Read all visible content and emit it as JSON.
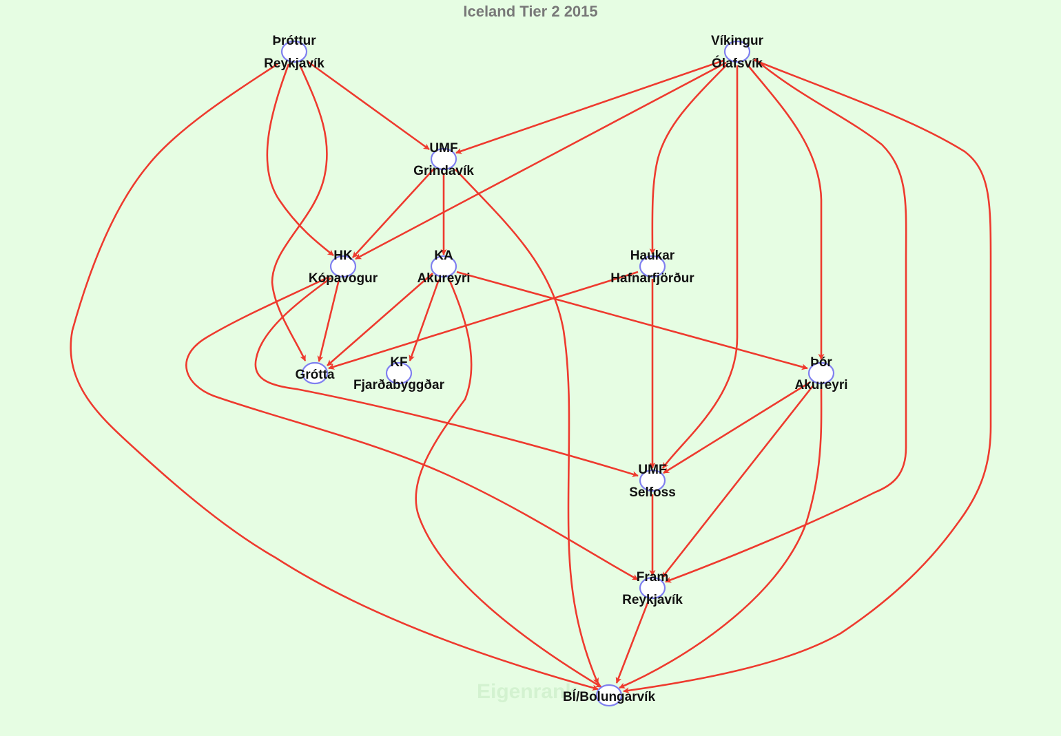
{
  "title": "Iceland Tier 2 2015",
  "watermark": "Eigenrank",
  "colors": {
    "background": "#e6fde3",
    "edge": "#ee3a2e",
    "node_stroke": "#7f7ff0",
    "node_fill": "#ffffff",
    "title": "#787878"
  },
  "nodes": [
    {
      "id": "throttur",
      "lines": [
        "Þróttur",
        "Reykjavík"
      ]
    },
    {
      "id": "vikingur",
      "lines": [
        "Víkingur",
        "Ólafsvík"
      ]
    },
    {
      "id": "grindavik",
      "lines": [
        "UMF",
        "Grindavík"
      ]
    },
    {
      "id": "hk",
      "lines": [
        "HK",
        "Kópavogur"
      ]
    },
    {
      "id": "ka",
      "lines": [
        "KA",
        "Akureyri"
      ]
    },
    {
      "id": "haukar",
      "lines": [
        "Haukar",
        "Hafnarfjörður"
      ]
    },
    {
      "id": "grotta",
      "lines": [
        "Grótta"
      ]
    },
    {
      "id": "kf",
      "lines": [
        "KF",
        "Fjarðabyggðar"
      ]
    },
    {
      "id": "thor",
      "lines": [
        "Þór",
        "Akureyri"
      ]
    },
    {
      "id": "selfoss",
      "lines": [
        "UMF",
        "Selfoss"
      ]
    },
    {
      "id": "fram",
      "lines": [
        "Fram",
        "Reykjavík"
      ]
    },
    {
      "id": "bi",
      "lines": [
        "BÍ/Bolungarvík"
      ]
    }
  ],
  "edges": [
    {
      "from": "throttur",
      "to": "grindavik"
    },
    {
      "from": "throttur",
      "to": "hk"
    },
    {
      "from": "throttur",
      "to": "grotta"
    },
    {
      "from": "throttur",
      "to": "bi"
    },
    {
      "from": "vikingur",
      "to": "grindavik"
    },
    {
      "from": "vikingur",
      "to": "hk"
    },
    {
      "from": "vikingur",
      "to": "haukar"
    },
    {
      "from": "vikingur",
      "to": "selfoss"
    },
    {
      "from": "vikingur",
      "to": "thor"
    },
    {
      "from": "vikingur",
      "to": "fram"
    },
    {
      "from": "vikingur",
      "to": "bi"
    },
    {
      "from": "grindavik",
      "to": "hk"
    },
    {
      "from": "grindavik",
      "to": "ka"
    },
    {
      "from": "grindavik",
      "to": "bi"
    },
    {
      "from": "hk",
      "to": "grotta"
    },
    {
      "from": "hk",
      "to": "fram"
    },
    {
      "from": "hk",
      "to": "selfoss"
    },
    {
      "from": "ka",
      "to": "grotta"
    },
    {
      "from": "ka",
      "to": "kf"
    },
    {
      "from": "ka",
      "to": "thor"
    },
    {
      "from": "ka",
      "to": "bi"
    },
    {
      "from": "haukar",
      "to": "grotta"
    },
    {
      "from": "haukar",
      "to": "selfoss"
    },
    {
      "from": "thor",
      "to": "selfoss"
    },
    {
      "from": "thor",
      "to": "fram"
    },
    {
      "from": "thor",
      "to": "bi"
    },
    {
      "from": "selfoss",
      "to": "fram"
    },
    {
      "from": "fram",
      "to": "bi"
    }
  ]
}
